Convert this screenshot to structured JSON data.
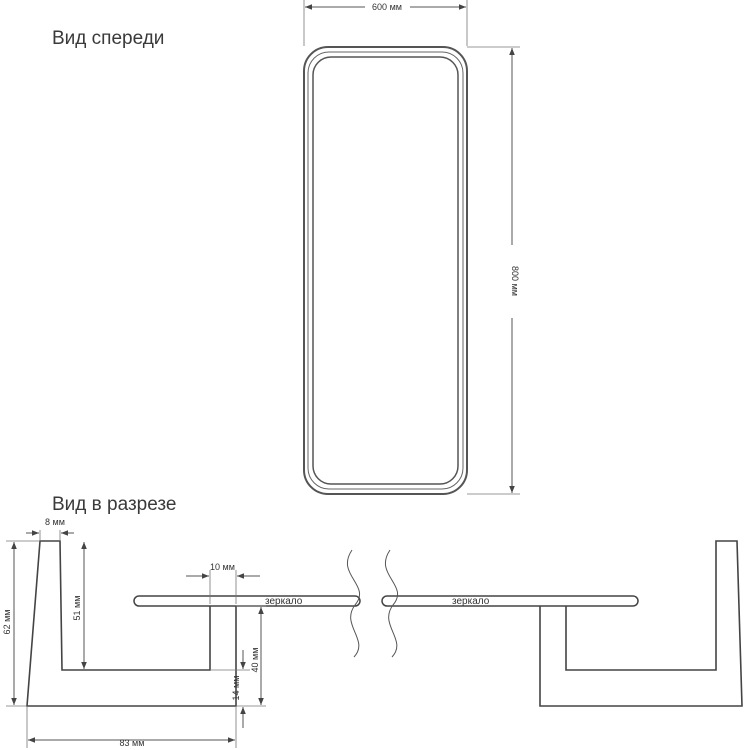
{
  "views": {
    "front_title": "Вид спереди",
    "section_title": "Вид в разрезе"
  },
  "dimensions": {
    "width": "600 мм",
    "height": "800 мм",
    "wall": "8 мм",
    "inner_height": "51 мм",
    "total_height": "62 мм",
    "gap": "10 мм",
    "step_height": "40 мм",
    "base": "14 мм",
    "depth": "83 мм"
  },
  "labels": {
    "mirror_left": "зеркало",
    "mirror_right": "зеркало"
  }
}
